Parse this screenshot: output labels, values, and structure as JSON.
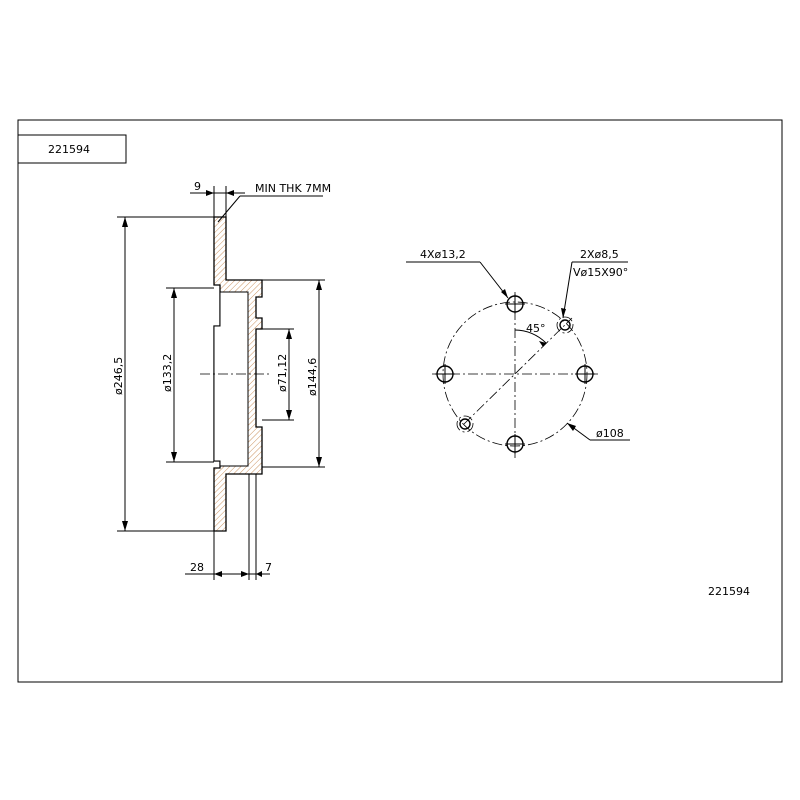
{
  "title_block": {
    "part_number": "221594"
  },
  "footer": {
    "part_number": "221594"
  },
  "side_view": {
    "thickness_label": "9",
    "min_thickness_note": "MIN THK 7MM",
    "diameter_outer": "ø246,5",
    "diameter_hat": "ø133,2",
    "diameter_center_bore": "ø71,12",
    "diameter_hat_outer": "ø144,6",
    "height_label": "28",
    "flange_label": "7"
  },
  "front_view": {
    "bolt_holes_note": "4Xø13,2",
    "aux_holes_note_line1": "2Xø8,5",
    "aux_holes_note_line2": "Vø15X90°",
    "angle_label": "45°",
    "pcd_label": "ø108"
  }
}
